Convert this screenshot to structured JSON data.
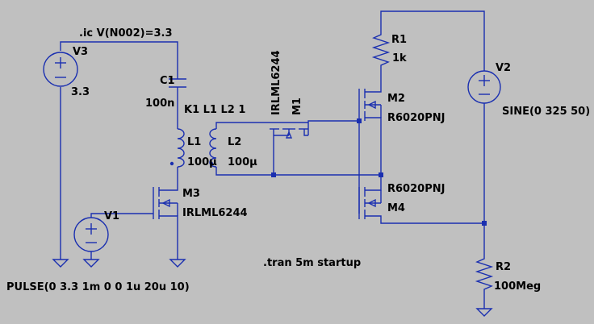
{
  "directives": {
    "ic": ".ic V(N002)=3.3",
    "coupling": "K1 L1 L2 1",
    "tran": ".tran 5m startup"
  },
  "components": {
    "V3": {
      "ref": "V3",
      "value": "3.3"
    },
    "C1": {
      "ref": "C1",
      "value": "100n"
    },
    "L1": {
      "ref": "L1",
      "value": "100µ"
    },
    "L2": {
      "ref": "L2",
      "value": "100µ"
    },
    "M1": {
      "ref": "M1",
      "value": "IRLML6244"
    },
    "M2": {
      "ref": "M2",
      "value": "R6020PNJ"
    },
    "M3": {
      "ref": "M3",
      "value": "IRLML6244"
    },
    "M4": {
      "ref": "M4",
      "value": "R6020PNJ"
    },
    "R1": {
      "ref": "R1",
      "value": "1k"
    },
    "R2": {
      "ref": "R2",
      "value": "100Meg"
    },
    "V1": {
      "ref": "V1",
      "value": "PULSE(0 3.3 1m 0 0 1u 20u 10)"
    },
    "V2": {
      "ref": "V2",
      "value": "SINE(0 325 50)"
    }
  }
}
